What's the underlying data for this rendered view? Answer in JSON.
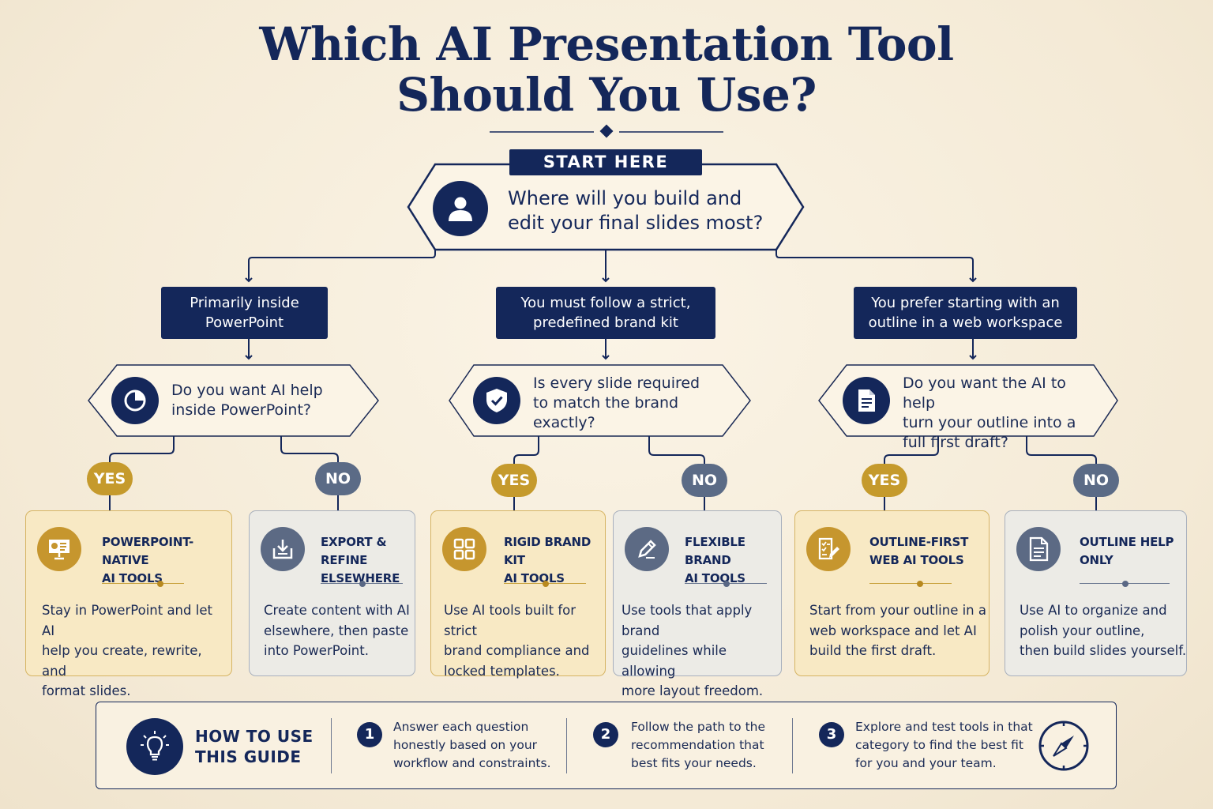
{
  "title_line1": "Which AI Presentation Tool",
  "title_line2": "Should You Use?",
  "start": {
    "label": "START HERE",
    "question_line1": "Where will you build and",
    "question_line2": "edit your final slides most?"
  },
  "branches": [
    {
      "label_line1": "Primarily inside",
      "label_line2": "PowerPoint",
      "question_lines": [
        "Do you want AI help",
        "inside PowerPoint?"
      ],
      "yes_label": "YES",
      "no_label": "NO"
    },
    {
      "label_line1": "You must follow a strict,",
      "label_line2": "predefined brand kit",
      "question_lines": [
        "Is every slide required",
        "to match the brand",
        "exactly?"
      ],
      "yes_label": "YES",
      "no_label": "NO"
    },
    {
      "label_line1": "You prefer starting with an",
      "label_line2": "outline in a web workspace",
      "question_lines": [
        "Do you want the AI to help",
        "turn your outline into a",
        "full first draft?"
      ],
      "yes_label": "YES",
      "no_label": "NO"
    }
  ],
  "cards": [
    {
      "title_line1": "POWERPOINT-NATIVE",
      "title_line2": "AI TOOLS",
      "desc_lines": [
        "Stay in PowerPoint and let AI",
        "help you create, rewrite, and",
        "format slides."
      ],
      "icon": "presentation-icon",
      "style": "gold"
    },
    {
      "title_line1": "EXPORT & REFINE",
      "title_line2": "ELSEWHERE",
      "desc_lines": [
        "Create content with AI",
        "elsewhere, then paste",
        "into PowerPoint."
      ],
      "icon": "download-tray-icon",
      "style": "gray"
    },
    {
      "title_line1": "RIGID BRAND KIT",
      "title_line2": "AI TOOLS",
      "desc_lines": [
        "Use AI tools built for strict",
        "brand compliance and",
        "locked templates."
      ],
      "icon": "grid-icon",
      "style": "gold"
    },
    {
      "title_line1": "FLEXIBLE BRAND",
      "title_line2": "AI TOOLS",
      "desc_lines": [
        "Use tools that apply brand",
        "guidelines while allowing",
        "more layout freedom."
      ],
      "icon": "pencil-icon",
      "style": "gray"
    },
    {
      "title_line1": "OUTLINE-FIRST",
      "title_line2": "WEB AI TOOLS",
      "desc_lines": [
        "Start from your outline in a",
        "web workspace and let AI",
        "build the first draft."
      ],
      "icon": "checklist-pencil-icon",
      "style": "gold"
    },
    {
      "title_line1": "OUTLINE HELP",
      "title_line2": "ONLY",
      "desc_lines": [
        "Use AI to organize and",
        "polish your outline,",
        "then build slides yourself."
      ],
      "icon": "document-icon",
      "style": "gray"
    }
  ],
  "guide": {
    "title_line1": "HOW TO USE",
    "title_line2": "THIS GUIDE",
    "steps": [
      {
        "number": "1",
        "lines": [
          "Answer each question",
          "honestly based on your",
          "workflow and constraints."
        ]
      },
      {
        "number": "2",
        "lines": [
          "Follow the path to the",
          "recommendation that",
          "best fits your needs."
        ]
      },
      {
        "number": "3",
        "lines": [
          "Explore and test tools in that",
          "category to find the best fit",
          "for you and your team."
        ]
      }
    ]
  },
  "colors": {
    "navy": "#14275a",
    "gold": "#c59a2c",
    "slate": "#5b6b86",
    "background": "#f6eddb"
  }
}
